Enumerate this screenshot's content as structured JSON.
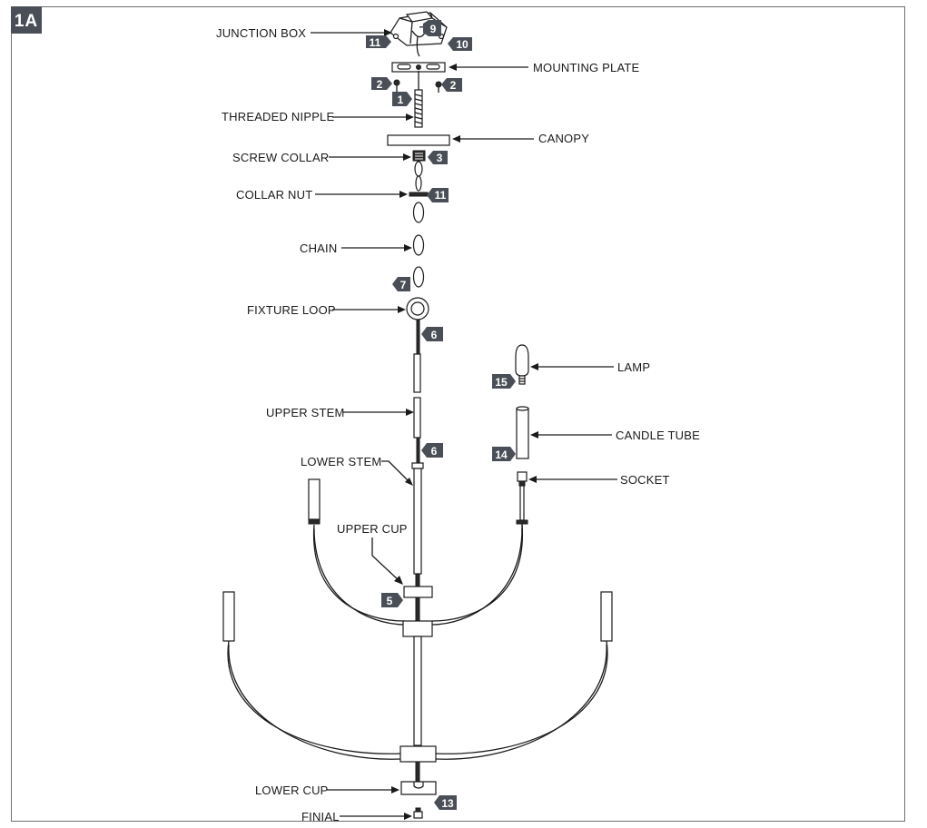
{
  "diagram": {
    "corner_tag": "1A",
    "labels": {
      "junction_box": "JUNCTION BOX",
      "mounting_plate": "MOUNTING PLATE",
      "threaded_nipple": "THREADED NIPPLE",
      "canopy": "CANOPY",
      "screw_collar": "SCREW COLLAR",
      "collar_nut": "COLLAR NUT",
      "chain": "CHAIN",
      "fixture_loop": "FIXTURE LOOP",
      "lamp": "LAMP",
      "upper_stem": "UPPER STEM",
      "candle_tube": "CANDLE TUBE",
      "lower_stem": "LOWER STEM",
      "socket": "SOCKET",
      "upper_cup": "UPPER CUP",
      "lower_cup": "LOWER CUP",
      "finial": "FINIAL"
    },
    "badges": {
      "b9": "9",
      "b11a": "11",
      "b10": "10",
      "b2a": "2",
      "b2b": "2",
      "b1": "1",
      "b3": "3",
      "b11b": "11",
      "b7": "7",
      "b6a": "6",
      "b15": "15",
      "b6b": "6",
      "b14": "14",
      "b5": "5",
      "b13": "13"
    }
  },
  "colors": {
    "badge": "#4a4f57",
    "line": "#1a1a1a",
    "frame": "#6f6f6f"
  }
}
